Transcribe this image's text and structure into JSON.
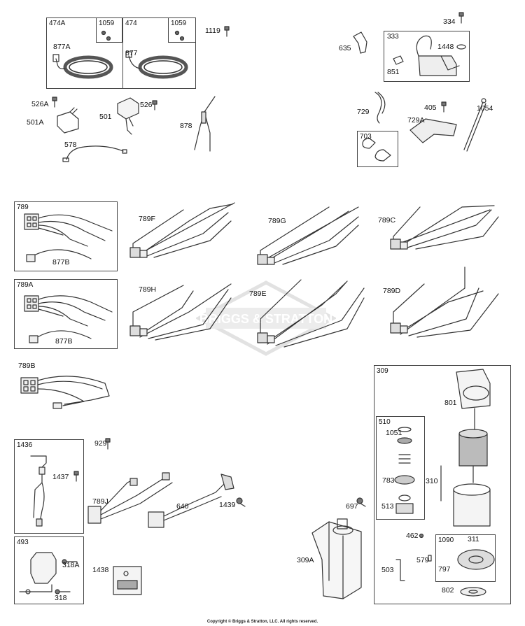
{
  "labels": {
    "l474A": "474A",
    "l1059a": "1059",
    "l474": "474",
    "l1059b": "1059",
    "l1119": "1119",
    "l877A": "877A",
    "l877": "877",
    "l334": "334",
    "l333": "333",
    "l635": "635",
    "l1448": "1448",
    "l851": "851",
    "l526A": "526A",
    "l501": "501",
    "l526": "526",
    "l501A": "501A",
    "l878": "878",
    "l578": "578",
    "l729": "729",
    "l405": "405",
    "l1054": "1054",
    "l729A": "729A",
    "l703": "703",
    "l789": "789",
    "l789F": "789F",
    "l789G": "789G",
    "l789C": "789C",
    "l877B1": "877B",
    "l789A": "789A",
    "l789H": "789H",
    "l789E": "789E",
    "l789D": "789D",
    "l877B2": "877B",
    "l789B": "789B",
    "l309": "309",
    "l801": "801",
    "l510": "510",
    "l1051": "1051",
    "l1436": "1436",
    "l929": "929",
    "l1437": "1437",
    "l789J": "789J",
    "l640": "640",
    "l1439": "1439",
    "l697": "697",
    "l783": "783",
    "l310": "310",
    "l513": "513",
    "l462": "462",
    "l1090": "1090",
    "l311": "311",
    "l579": "579",
    "l797": "797",
    "l493": "493",
    "l318A": "318A",
    "l318": "318",
    "l1438": "1438",
    "l309A": "309A",
    "l503": "503",
    "l802": "802"
  },
  "watermark": "BRIGGS & STRATTON",
  "copyright": "Copyright © Briggs & Stratton, LLC. All rights reserved.",
  "colors": {
    "line": "#333333",
    "frame": "#444444",
    "watermark": "#dddddd"
  }
}
